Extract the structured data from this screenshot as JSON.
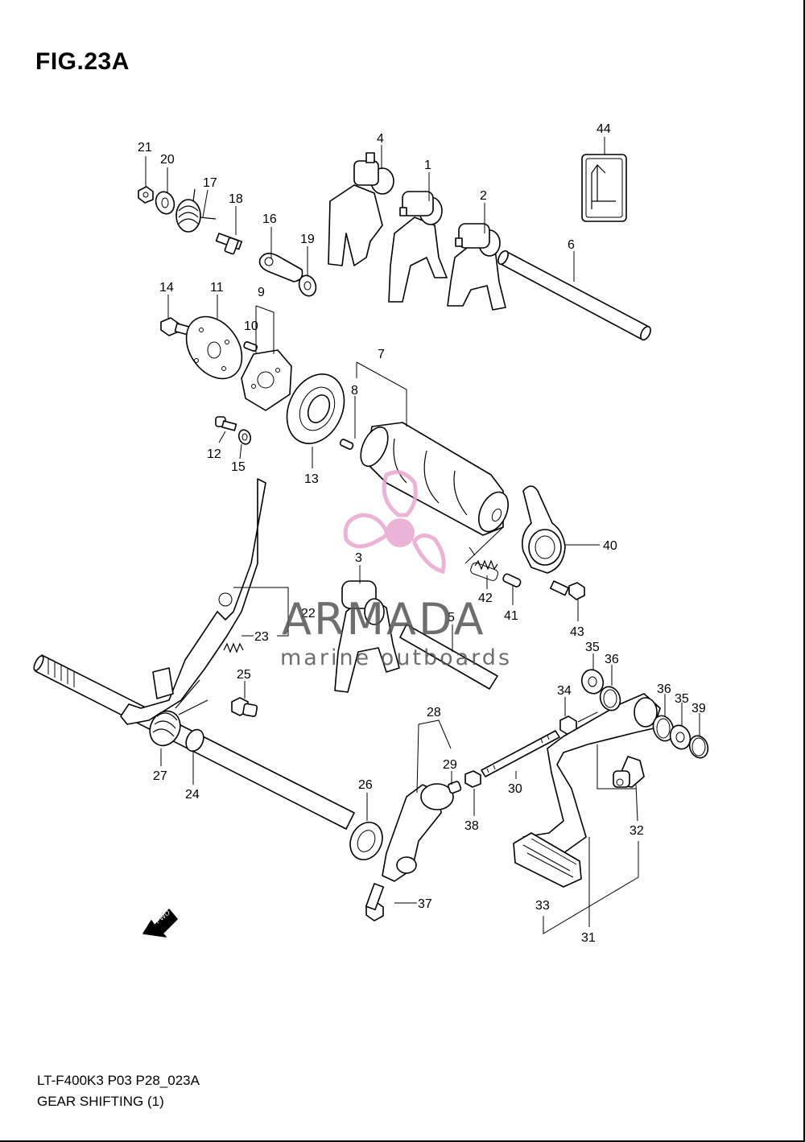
{
  "figure": {
    "title": "FIG.23A",
    "code": "LT-F400K3 P03 P28_023A",
    "name": "GEAR SHIFTING (1)"
  },
  "watermark": {
    "brand": "ARMADA",
    "tagline": "marine outboards",
    "logo_color": "#e8a6cf",
    "text_color": "#555555"
  },
  "direction_arrow": {
    "label": "FWD"
  },
  "callouts": [
    "1",
    "2",
    "3",
    "4",
    "5",
    "6",
    "7",
    "8",
    "9",
    "10",
    "11",
    "12",
    "13",
    "14",
    "15",
    "16",
    "17",
    "18",
    "19",
    "20",
    "21",
    "22",
    "23",
    "24",
    "25",
    "26",
    "27",
    "28",
    "29",
    "30",
    "31",
    "32",
    "33",
    "34",
    "35",
    "35",
    "36",
    "36",
    "37",
    "38",
    "39",
    "40",
    "41",
    "42",
    "43",
    "44"
  ]
}
